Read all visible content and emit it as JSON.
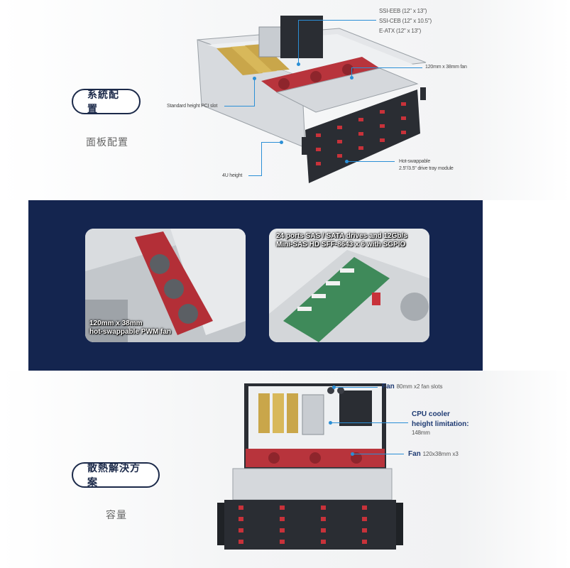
{
  "section_feature": {
    "tab_active": "系統配置",
    "tab_inactive": "面板配置",
    "labels": {
      "ssi_eeb": "SSI-EEB (12\" x 13\")",
      "ssi_ceb": "SSI-CEB (12\" x 10.5\")",
      "eatx": "E-ATX (12\" x 13\")",
      "fan": "120mm x 38mm fan",
      "pci": "Standard height PCI slot",
      "height": "4U height",
      "hotswap_line1": "Hot-swappable",
      "hotswap_line2": "2.5\"/3.5\" drive tray module"
    }
  },
  "section_photos": {
    "card_left_caption_line1": "120mm x 38mm",
    "card_left_caption_line2": "hot-swappable PWM fan",
    "card_right_caption_line1": "24 ports SAS / SATA drives and 12Gb/s",
    "card_right_caption_line2": "Mini-SAS HD SFF-8643 x 6 with SGPIO"
  },
  "section_cooling": {
    "tab_active": "散熱解決方案",
    "tab_inactive": "容量",
    "labels": {
      "fan_top_bold": "Fan",
      "fan_top_detail": "80mm x2 fan slots",
      "cpu_line1": "CPU cooler",
      "cpu_line2": "height limitation:",
      "cpu_line3": "148mm",
      "fan_bottom_bold": "Fan",
      "fan_bottom_detail": "120x38mm x3"
    }
  },
  "colors": {
    "navy": "#14254f",
    "accent_blue": "#2b8fd6",
    "drive_red": "#c8323a",
    "chassis_dark": "#2a2d33",
    "chassis_silver": "#d5d8dc"
  }
}
